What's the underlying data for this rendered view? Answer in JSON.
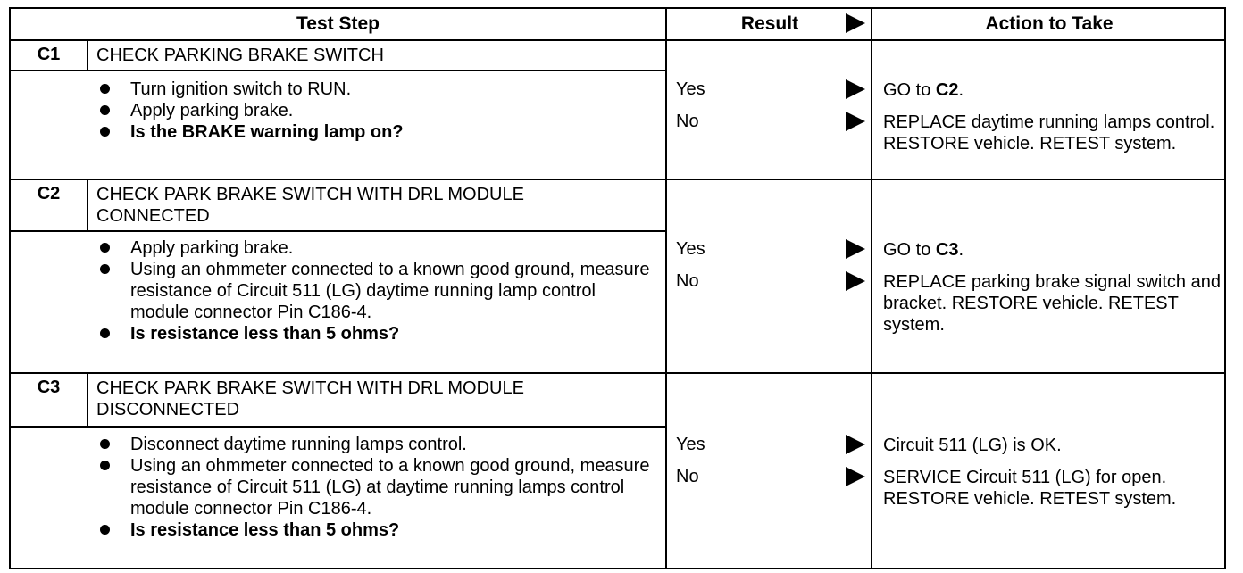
{
  "headers": {
    "test_step": "Test Step",
    "result": "Result",
    "action": "Action to Take"
  },
  "steps": [
    {
      "id": "C1",
      "title": "CHECK PARKING BRAKE SWITCH",
      "bullets": [
        "Turn ignition switch to RUN.",
        "Apply parking brake.",
        "Is the BRAKE warning lamp on?"
      ],
      "results": [
        "Yes",
        "No"
      ],
      "actions": [
        {
          "pre": "GO to ",
          "bold": "C2",
          "post": "."
        },
        {
          "pre": "REPLACE daytime running lamps control. RESTORE vehicle. RETEST system.",
          "bold": "",
          "post": ""
        }
      ]
    },
    {
      "id": "C2",
      "title": "CHECK PARK BRAKE SWITCH WITH DRL MODULE CONNECTED",
      "bullets": [
        "Apply parking brake.",
        "Using an ohmmeter connected to a known good ground, measure resistance of Circuit 511 (LG) daytime running lamp control module connector Pin C186-4.",
        "Is resistance less than 5 ohms?"
      ],
      "results": [
        "Yes",
        "No"
      ],
      "actions": [
        {
          "pre": "GO to ",
          "bold": "C3",
          "post": "."
        },
        {
          "pre": "REPLACE parking brake signal switch and bracket. RESTORE vehicle. RETEST system.",
          "bold": "",
          "post": ""
        }
      ]
    },
    {
      "id": "C3",
      "title": "CHECK PARK BRAKE SWITCH WITH DRL MODULE DISCONNECTED",
      "bullets": [
        "Disconnect daytime running lamps control.",
        "Using an ohmmeter connected to a known good ground, measure resistance of Circuit 511 (LG) at daytime running lamps control module connector Pin C186-4.",
        "Is resistance less than 5 ohms?"
      ],
      "results": [
        "Yes",
        "No"
      ],
      "actions": [
        {
          "pre": "Circuit 511 (LG) is OK.",
          "bold": "",
          "post": ""
        },
        {
          "pre": "SERVICE Circuit 511 (LG) for open. RESTORE vehicle. RETEST system.",
          "bold": "",
          "post": ""
        }
      ]
    }
  ]
}
